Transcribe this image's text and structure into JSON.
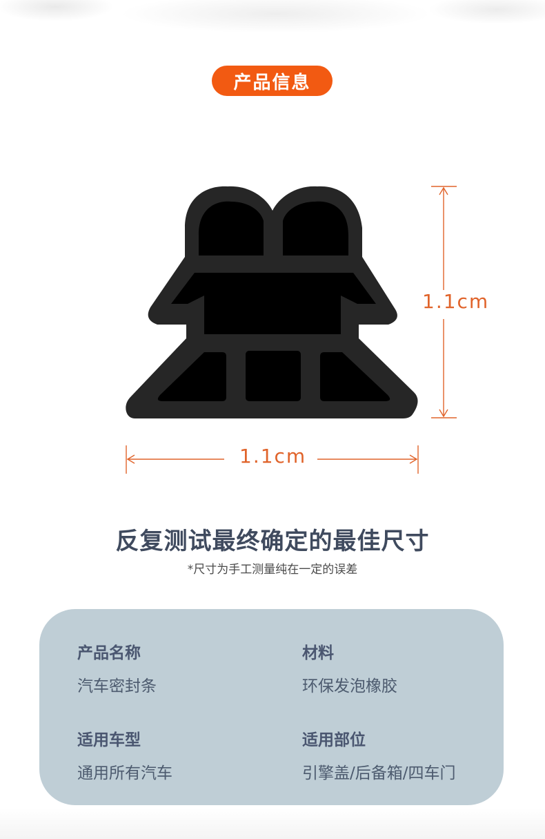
{
  "badge": {
    "label": "产品信息"
  },
  "dimensions": {
    "height": "1.1cm",
    "width": "1.1cm"
  },
  "headline": "反复测试最终确定的最佳尺寸",
  "note": "*尺寸为手工测量纯在一定的误差",
  "colors": {
    "accent": "#f25a12",
    "card": "#bfced6",
    "rubber": "#262626"
  },
  "specs": [
    {
      "label": "产品名称",
      "value": "汽车密封条"
    },
    {
      "label": "材料",
      "value": "环保发泡橡胶"
    },
    {
      "label": "适用车型",
      "value": "通用所有汽车"
    },
    {
      "label": "适用部位",
      "value": "引擎盖/后备箱/四车门"
    }
  ]
}
